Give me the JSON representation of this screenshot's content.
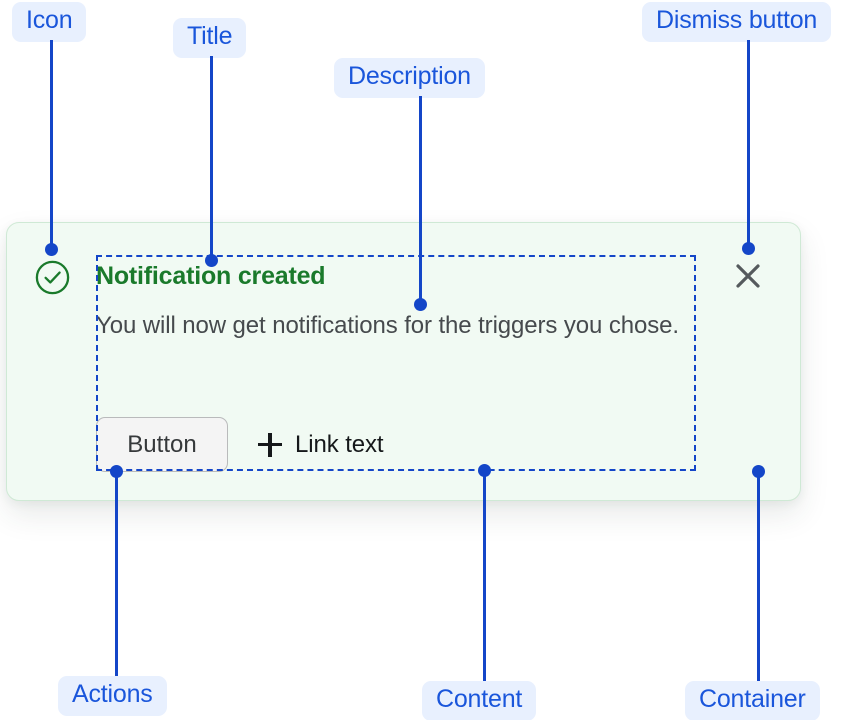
{
  "annotations": [
    {
      "id": "icon",
      "label": "Icon"
    },
    {
      "id": "title",
      "label": "Title"
    },
    {
      "id": "description",
      "label": "Description"
    },
    {
      "id": "dismiss_button",
      "label": "Dismiss button"
    },
    {
      "id": "actions",
      "label": "Actions"
    },
    {
      "id": "content",
      "label": "Content"
    },
    {
      "id": "container",
      "label": "Container"
    }
  ],
  "notification": {
    "status_icon": "circle-check-icon",
    "title": "Notification created",
    "description": "You will now get notifications for the triggers you chose.",
    "actions": {
      "button_label": "Button",
      "link_icon": "plus-icon",
      "link_label": "Link text"
    },
    "dismiss_icon": "close-icon"
  },
  "colors": {
    "annotation": "#1446c8",
    "annotation_pill_bg": "#e8f0fe",
    "success_green": "#1a7a2b",
    "card_bg": "#f1faf3",
    "card_border": "#cfe9d5",
    "description_text": "#464a4d",
    "dismiss_icon": "#555a5d",
    "page_bg": "#ffffff"
  }
}
